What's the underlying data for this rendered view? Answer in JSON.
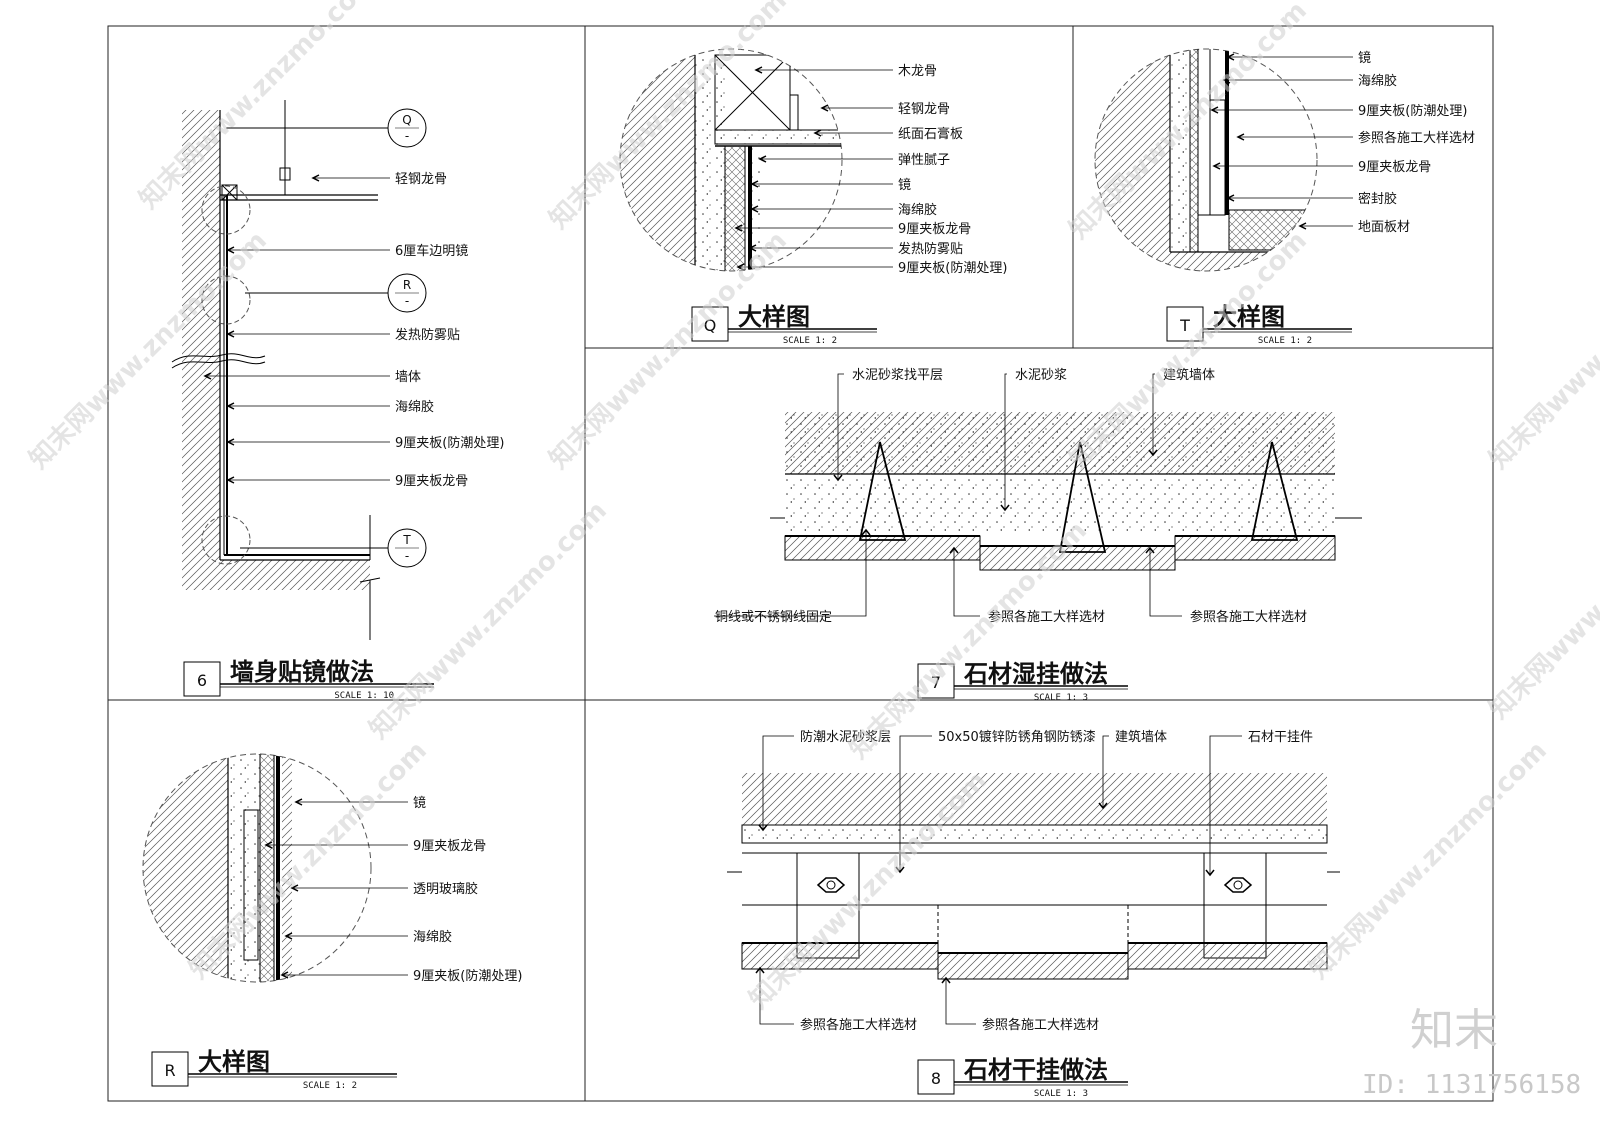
{
  "details": {
    "d6": {
      "tag": "6",
      "title": "墙身贴镜做法",
      "scale": "SCALE 1: 10",
      "bubbles": [
        "Q",
        "R",
        "T"
      ],
      "labels": [
        "轻钢龙骨",
        "6厘车边明镜",
        "发热防雾贴",
        "墙体",
        "海绵胶",
        "9厘夹板(防潮处理)",
        "9厘夹板龙骨"
      ]
    },
    "dQ": {
      "tag": "Q",
      "title": "大样图",
      "scale": "SCALE 1: 2",
      "labels": [
        "木龙骨",
        "轻钢龙骨",
        "纸面石膏板",
        "弹性腻子",
        "镜",
        "海绵胶",
        "9厘夹板龙骨",
        "发热防雾贴",
        "9厘夹板(防潮处理)"
      ]
    },
    "dT": {
      "tag": "T",
      "title": "大样图",
      "scale": "SCALE 1: 2",
      "labels": [
        "镜",
        "海绵胶",
        "9厘夹板(防潮处理)",
        "参照各施工大样选材",
        "9厘夹板龙骨",
        "密封胶",
        "地面板材"
      ]
    },
    "d7": {
      "tag": "7",
      "title": "石材湿挂做法",
      "scale": "SCALE 1: 3",
      "top_labels": [
        "水泥砂浆找平层",
        "水泥砂浆",
        "建筑墙体"
      ],
      "bottom_labels": [
        "铜线或不锈钢线固定",
        "参照各施工大样选材",
        "参照各施工大样选材"
      ]
    },
    "dR": {
      "tag": "R",
      "title": "大样图",
      "scale": "SCALE 1: 2",
      "labels": [
        "镜",
        "9厘夹板龙骨",
        "透明玻璃胶",
        "海绵胶",
        "9厘夹板(防潮处理)"
      ]
    },
    "d8": {
      "tag": "8",
      "title": "石材干挂做法",
      "scale": "SCALE 1: 3",
      "top_labels": [
        "防潮水泥砂浆层",
        "50x50镀锌防锈角钢防锈漆",
        "建筑墙体",
        "石材干挂件"
      ],
      "bottom_labels": [
        "参照各施工大样选材",
        "参照各施工大样选材"
      ]
    }
  },
  "watermark": {
    "text": "知末网www.znzmo.com",
    "brand": "知末",
    "id": "ID: 1131756158"
  }
}
